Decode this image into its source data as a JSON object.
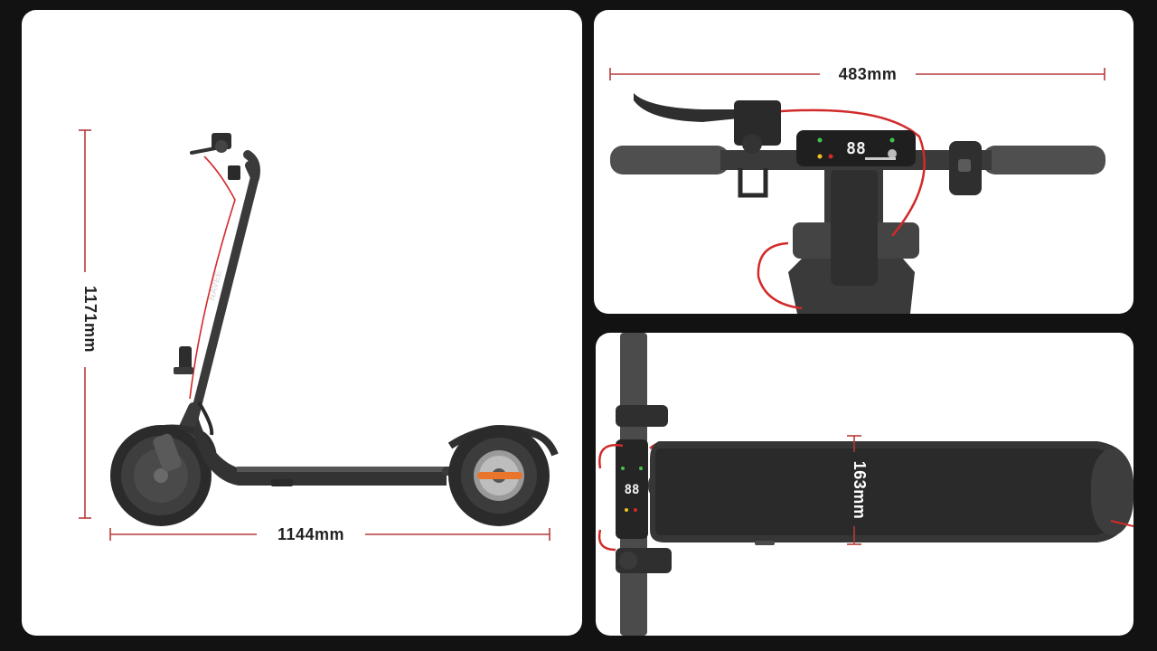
{
  "dimensions": {
    "height": "1171mm",
    "length": "1144mm",
    "handlebar_width": "483mm",
    "deck_width": "163mm"
  },
  "brand": "NAVEE",
  "display": {
    "speed": "88"
  },
  "colors": {
    "background": "#121212",
    "panel": "#ffffff",
    "dimension_line": "#b83a3a",
    "scooter_body": "#3a3a3a",
    "brake_cable": "#d22a2a",
    "accent_orange": "#e8752a"
  }
}
